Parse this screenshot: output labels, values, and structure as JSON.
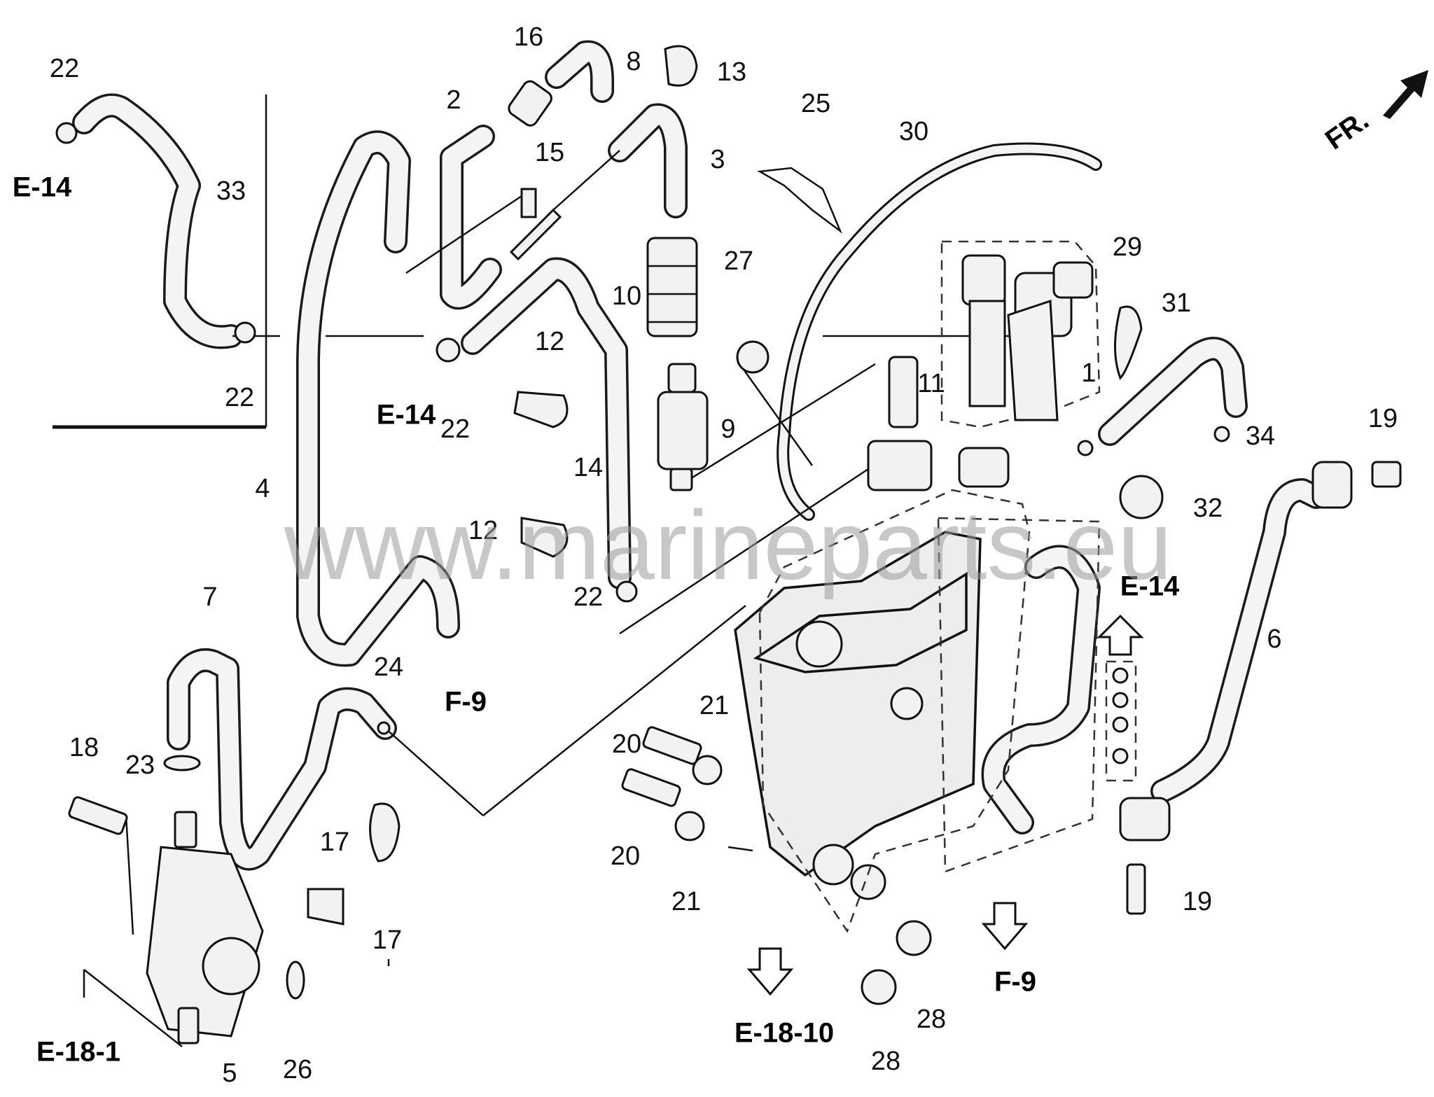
{
  "diagram": {
    "watermark": "www.marineparts.eu",
    "front_indicator": "FR.",
    "part_labels": [
      {
        "id": "p22a",
        "text": "22"
      },
      {
        "id": "p33",
        "text": "33"
      },
      {
        "id": "p22b",
        "text": "22"
      },
      {
        "id": "p2",
        "text": "2"
      },
      {
        "id": "p16",
        "text": "16"
      },
      {
        "id": "p8",
        "text": "8"
      },
      {
        "id": "p13",
        "text": "13"
      },
      {
        "id": "p15",
        "text": "15"
      },
      {
        "id": "p3",
        "text": "3"
      },
      {
        "id": "p25",
        "text": "25"
      },
      {
        "id": "p30",
        "text": "30"
      },
      {
        "id": "p10",
        "text": "10"
      },
      {
        "id": "p27",
        "text": "27"
      },
      {
        "id": "p12a",
        "text": "12"
      },
      {
        "id": "p22c",
        "text": "22"
      },
      {
        "id": "p11",
        "text": "11"
      },
      {
        "id": "p9",
        "text": "9"
      },
      {
        "id": "p14",
        "text": "14"
      },
      {
        "id": "p4",
        "text": "4"
      },
      {
        "id": "p12b",
        "text": "12"
      },
      {
        "id": "p22d",
        "text": "22"
      },
      {
        "id": "p29",
        "text": "29"
      },
      {
        "id": "p31",
        "text": "31"
      },
      {
        "id": "p1",
        "text": "1"
      },
      {
        "id": "p34",
        "text": "34"
      },
      {
        "id": "p19a",
        "text": "19"
      },
      {
        "id": "p32",
        "text": "32"
      },
      {
        "id": "p6",
        "text": "6"
      },
      {
        "id": "p7",
        "text": "7"
      },
      {
        "id": "p24",
        "text": "24"
      },
      {
        "id": "p18",
        "text": "18"
      },
      {
        "id": "p23",
        "text": "23"
      },
      {
        "id": "p21a",
        "text": "21"
      },
      {
        "id": "p20a",
        "text": "20"
      },
      {
        "id": "p20b",
        "text": "20"
      },
      {
        "id": "p21b",
        "text": "21"
      },
      {
        "id": "p17a",
        "text": "17"
      },
      {
        "id": "p17b",
        "text": "17"
      },
      {
        "id": "p5",
        "text": "5"
      },
      {
        "id": "p26",
        "text": "26"
      },
      {
        "id": "p28a",
        "text": "28"
      },
      {
        "id": "p28b",
        "text": "28"
      },
      {
        "id": "p19b",
        "text": "19"
      }
    ],
    "references": [
      {
        "id": "r1",
        "text": "E-14"
      },
      {
        "id": "r2",
        "text": "E-14"
      },
      {
        "id": "r3",
        "text": "F-9"
      },
      {
        "id": "r4",
        "text": "E-14"
      },
      {
        "id": "r5",
        "text": "E-18-1"
      },
      {
        "id": "r6",
        "text": "E-18-10"
      },
      {
        "id": "r7",
        "text": "F-9"
      }
    ]
  }
}
